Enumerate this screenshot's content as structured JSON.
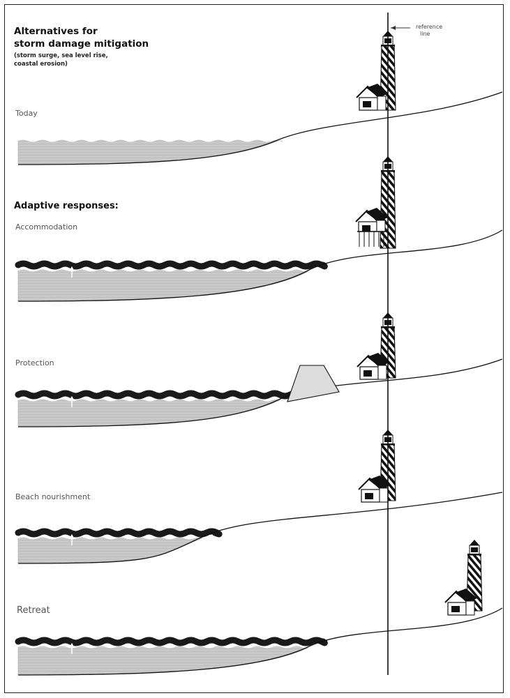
{
  "title_line1": "Alternatives for",
  "title_line2": "storm damage mitigation",
  "subtitle_line1": "(storm surge, sea level rise,",
  "subtitle_line2": "coastal erosion)",
  "reference_line1": "reference",
  "reference_line2": "line",
  "adaptive_heading": "Adaptive responses:",
  "panels": [
    {
      "label": "Today"
    },
    {
      "label": "Accommodation"
    },
    {
      "label": "Protection"
    },
    {
      "label": "Beach nourishment"
    },
    {
      "label": "Retreat"
    }
  ],
  "colors": {
    "water": "#c8c8c8",
    "wave_band": "#1a1a1a",
    "ink": "#111111",
    "dike": "#dcdcdc"
  }
}
